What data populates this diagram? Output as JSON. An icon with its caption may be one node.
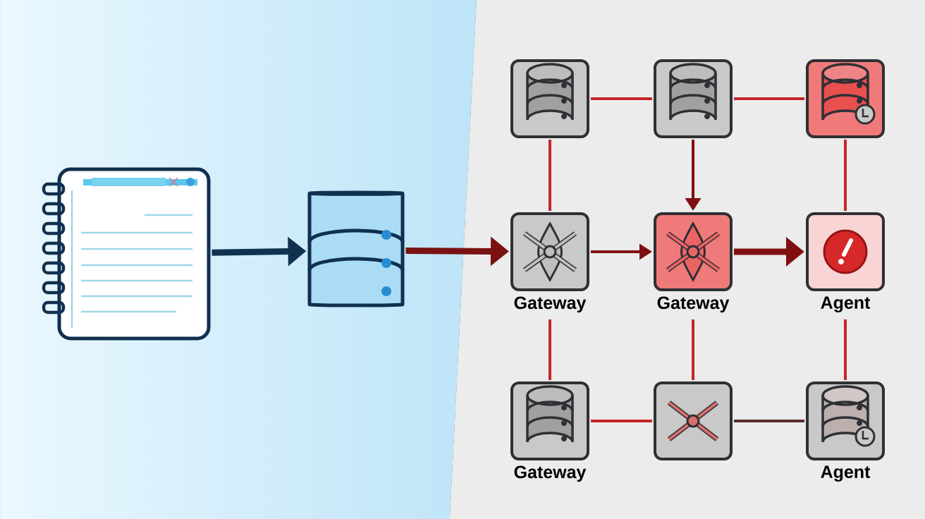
{
  "diagram": {
    "nodes": [
      {
        "text": [],
        "shape": "picture"
      },
      {
        "text": [],
        "shape": "cylinder"
      },
      {
        "text": [],
        "shape": "box"
      },
      {
        "text": [],
        "shape": "box"
      },
      {
        "text": [],
        "shape": "box"
      },
      {
        "text": [
          "Gateway"
        ]
      },
      {
        "text": [
          "Gateway"
        ]
      },
      {
        "text": [
          "Agent"
        ]
      },
      {
        "text": [
          "Gateway"
        ]
      },
      {
        "text": [],
        "shape": "box"
      },
      {
        "text": [
          "Agent"
        ]
      }
    ],
    "edges": [
      {
        "from": 0,
        "to": 1,
        "arrow": "to",
        "style": "thick",
        "color": "#11324f"
      },
      {
        "from": 1,
        "to": 5,
        "arrow": "to",
        "style": "thick",
        "color": "#7a1212"
      },
      {
        "from": 2,
        "to": 3,
        "arrow": "none"
      },
      {
        "from": 3,
        "to": 4,
        "arrow": "none"
      },
      {
        "from": 2,
        "to": 5,
        "arrow": "none"
      },
      {
        "from": 3,
        "to": 6,
        "arrow": "to"
      },
      {
        "from": 4,
        "to": 7,
        "arrow": "none"
      },
      {
        "from": 5,
        "to": 6,
        "arrow": "to"
      },
      {
        "from": 6,
        "to": 7,
        "arrow": "to",
        "style": "thick"
      },
      {
        "from": 5,
        "to": 8,
        "arrow": "none"
      },
      {
        "from": 6,
        "to": 9,
        "arrow": "none"
      },
      {
        "from": 7,
        "to": 10,
        "arrow": "none"
      },
      {
        "from": 8,
        "to": 9,
        "arrow": "none"
      },
      {
        "from": 9,
        "to": 10,
        "arrow": "none",
        "color": "#5a2c2c"
      }
    ]
  }
}
